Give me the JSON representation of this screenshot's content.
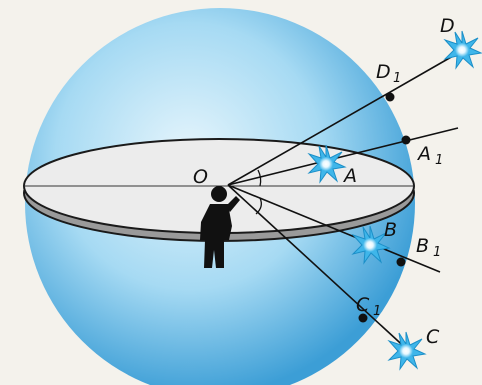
{
  "labels": {
    "O": "O",
    "A": "A",
    "B": "B",
    "C": "C",
    "D": "D",
    "A1": "A",
    "B1": "B",
    "C1": "C",
    "D1": "D",
    "sub1": "1"
  },
  "colors": {
    "sphere_light": "#dff1fb",
    "sphere_mid": "#8fd0f0",
    "sphere_dark": "#3b9fd8",
    "disk_fill": "#ececec",
    "disk_rim": "#222222",
    "ray_line": "#111111",
    "star_core": "#ffffff",
    "star_glow": "#4fc3f0",
    "person": "#111111"
  }
}
